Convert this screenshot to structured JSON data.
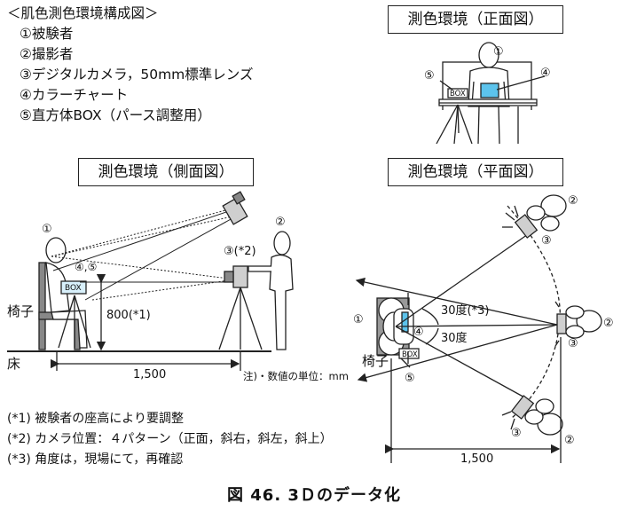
{
  "legend": {
    "title": "＜肌色測色環境構成図＞",
    "items": [
      "①被験者",
      "②撮影者",
      "③デジタルカメラ，50mm標準レンズ",
      "④カラーチャート",
      "⑤直方体BOX（パース調整用）"
    ]
  },
  "front_view": {
    "title": "測色環境（正面図）",
    "label_subject": "①",
    "label_chart": "④",
    "label_box_num": "⑤",
    "box_text": "BOX"
  },
  "side_view": {
    "title": "測色環境（側面図）",
    "label_subject": "①",
    "label_photographer": "②",
    "label_camera": "③(*2)",
    "label_chart_box": "④,⑤",
    "box_text": "BOX",
    "chair_label": "椅子",
    "floor_label": "床",
    "height_dim": "800(*1)",
    "distance_dim": "1,500",
    "unit_note": "注)・数値の単位：mm"
  },
  "plan_view": {
    "title": "測色環境（平面図）",
    "label_subject": "①",
    "label_chart": "④",
    "label_box_num": "⑤",
    "box_text": "BOX",
    "chair_label": "椅子",
    "angle_top": "30度(*3)",
    "angle_bottom": "30度",
    "distance_dim": "1,500",
    "camera_labels": [
      "③",
      "③",
      "③"
    ],
    "photographer_labels": [
      "②",
      "②",
      "②"
    ]
  },
  "footnotes": [
    "(*1) 被験者の座高により要調整",
    "(*2) カメラ位置：４パターン（正面，斜右，斜左，斜上）",
    "(*3) 角度は，現場にて，再確認"
  ],
  "caption": "図 46.  3Ｄのデータ化"
}
